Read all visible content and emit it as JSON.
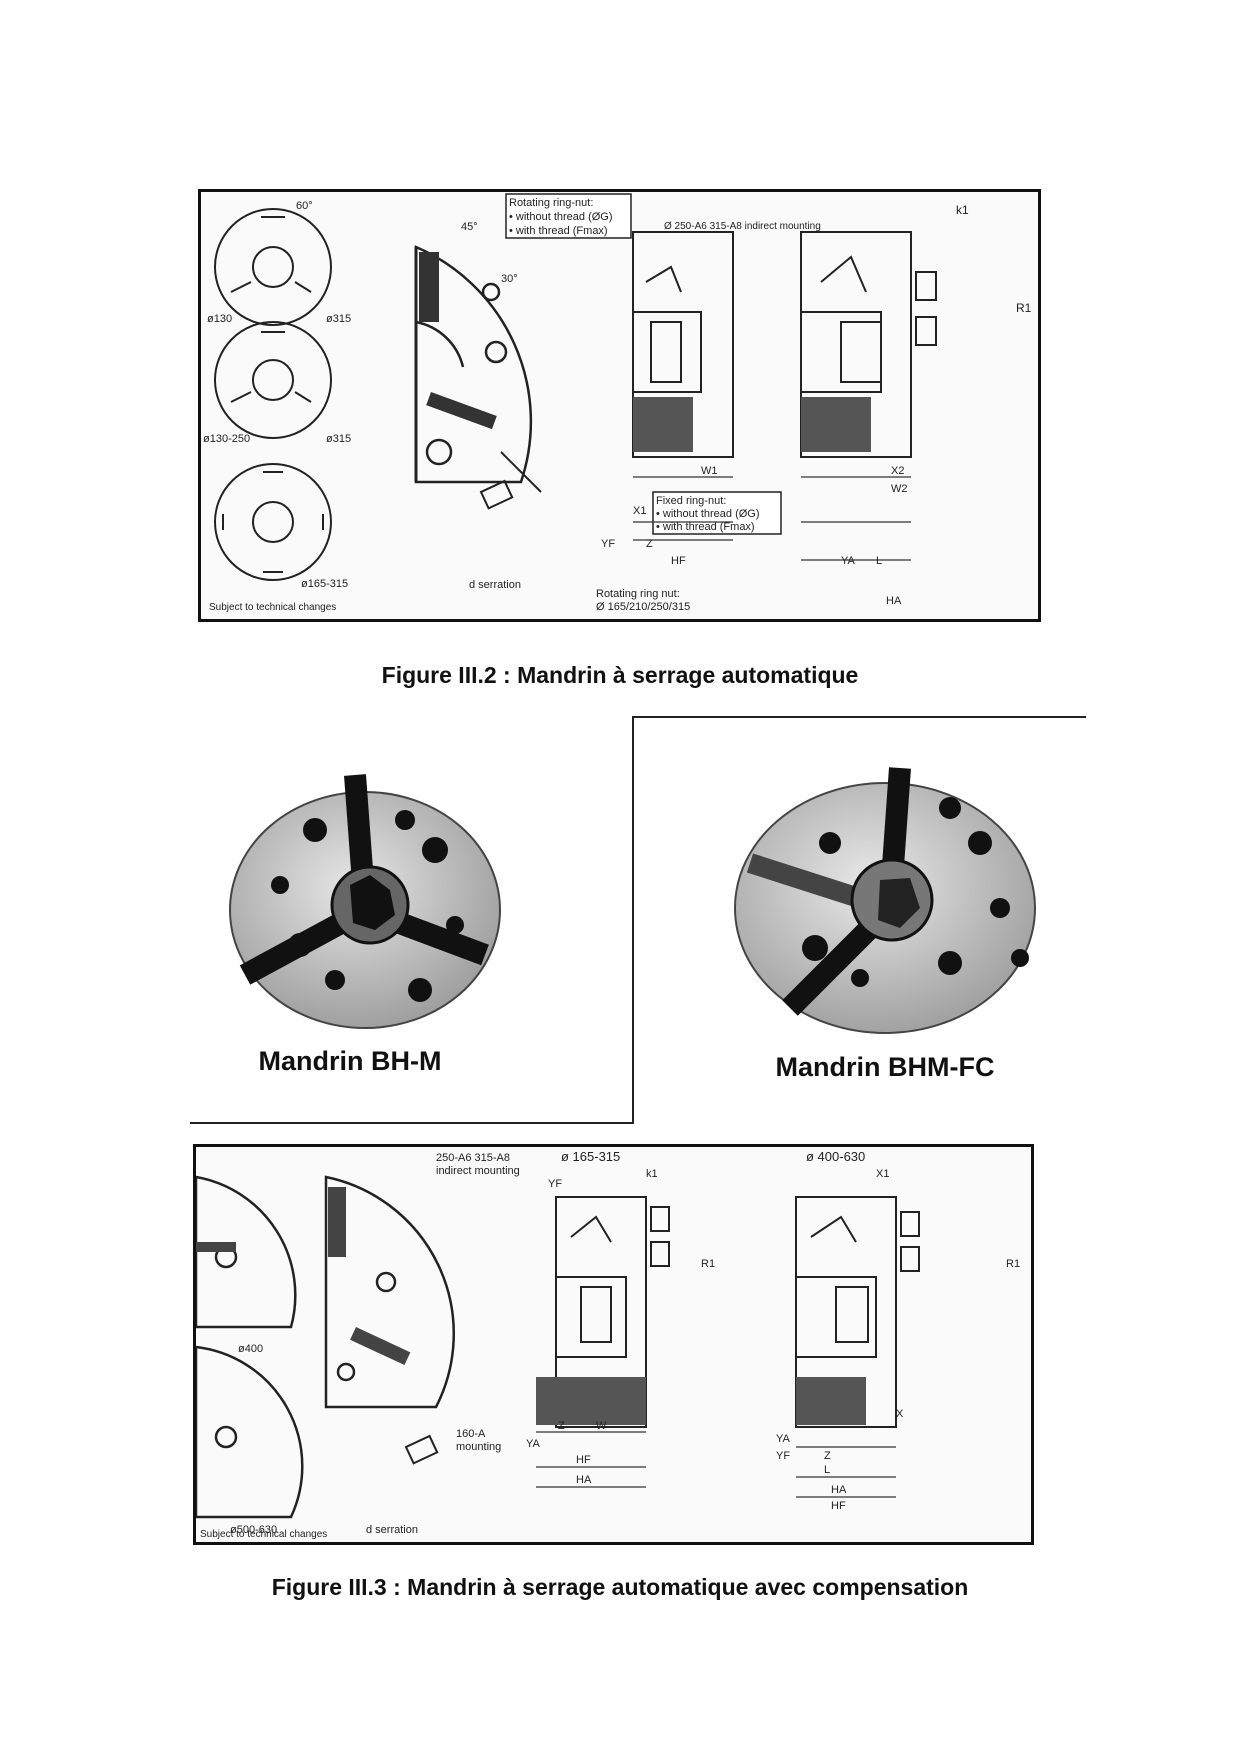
{
  "figure_2": {
    "caption": "Figure III.2 : Mandrin à serrage automatique",
    "footer_note": "Subject to technical changes",
    "notes": {
      "rotating_ring_title": "Rotating ring-nut:",
      "rotating_ring_without": "• without thread (ØG)",
      "rotating_ring_with": "• with thread (Fmax)",
      "indirect_mounting": "Ø 250-A6 315-A8 indirect mounting",
      "fixed_ring_title": "Fixed ring-nut:",
      "fixed_ring_without": "• without thread (ØG)",
      "fixed_ring_with": "• with thread (Fmax)",
      "rotating_bottom_title": "Rotating ring nut:",
      "rotating_bottom_sizes": "Ø 165/210/250/315",
      "serration": "d serration"
    },
    "dims": {
      "d130": "ø130",
      "d315a": "ø315",
      "d130_250": "ø130-250",
      "d315b": "ø315",
      "d165_315": "ø165-315",
      "angle60": "60°",
      "angle45": "45°",
      "angle30": "30°",
      "k1": "k1",
      "r1": "R1",
      "w1": "W1",
      "x1": "X1",
      "yf": "YF",
      "z": "Z",
      "hf": "HF",
      "x2": "X2",
      "w2": "W2",
      "ya": "YA",
      "l": "L",
      "ha": "HA"
    }
  },
  "photos": {
    "left_caption": "Mandrin BH-M",
    "right_caption": "Mandrin BHM-FC"
  },
  "figure_3": {
    "caption": "Figure III.3 : Mandrin à serrage automatique avec compensation",
    "footer_note": "Subject to technical changes",
    "notes": {
      "indirect_mounting_1": "250-A6 315-A8",
      "indirect_mounting_2": "indirect mounting",
      "range_small": "ø 165-315",
      "range_large": "ø 400-630",
      "mounting_160": "160-A",
      "mounting_word": "mounting",
      "serration": "d serration",
      "d400": "ø400",
      "d500_630": "ø500-630"
    },
    "dims": {
      "yf": "YF",
      "k1": "k1",
      "r1": "R1",
      "z": "Z",
      "w": "W",
      "ya": "YA",
      "hf": "HF",
      "ha": "HA",
      "x1": "X1",
      "l": "L",
      "x": "X"
    }
  }
}
